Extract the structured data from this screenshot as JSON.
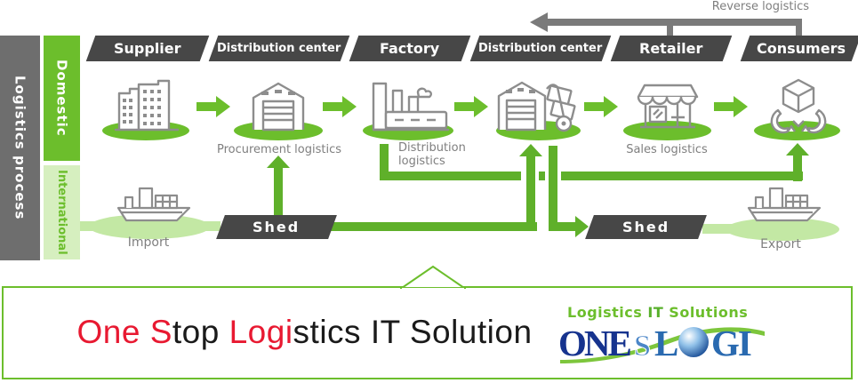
{
  "sidebar": {
    "logistics_process": "Logistics process",
    "domestic": "Domestic",
    "international": "International"
  },
  "banners": [
    "Supplier",
    "Distribution center",
    "Factory",
    "Distribution center",
    "Retailer",
    "Consumers"
  ],
  "reverse_logistics_label": "Reverse logistics",
  "labels": {
    "procurement": "Procurement logistics",
    "distribution_line1": "Distribution",
    "distribution_line2": "logistics",
    "sales": "Sales logistics",
    "import": "Import",
    "export": "Export",
    "shed_left": "Shed",
    "shed_right": "Shed"
  },
  "icons": {
    "supplier": "office-buildings-icon",
    "distribution_center": "warehouse-icon",
    "factory": "factory-icon",
    "distribution_center_2": "warehouse-handtruck-icon",
    "retailer": "storefront-icon",
    "consumers": "hands-holding-box-icon",
    "import": "cargo-ship-icon",
    "export": "cargo-ship-icon"
  },
  "solution_title": {
    "seg_red_1": "One ",
    "seg_red_2": "S",
    "seg_black_1": "top ",
    "seg_red_3": "Logi",
    "seg_black_2": "stics ",
    "seg_black_3": "IT Solution"
  },
  "logo": {
    "tagline_logistics": "Logistics ",
    "tagline_it": "IT ",
    "tagline_solutions": "Solutions",
    "wordmark_one": "ONE",
    "wordmark_s": "S",
    "wordmark_l": "L",
    "wordmark_gi": "GI"
  },
  "colors": {
    "green": "#6cbe2c",
    "connector_green": "#5fb02a",
    "light_green_band": "#c3e8a4",
    "pale_green_bar": "#d6efbf",
    "banner_gray": "#474747",
    "side_bar_gray": "#6e6e6e",
    "reverse_arrow_gray": "#7a7a7a",
    "label_gray": "#7f7f7f",
    "icon_gray": "#8d8d8d",
    "accent_red": "#e81931",
    "logo_navy": "#16338e",
    "logo_blue": "#2a6ab0"
  }
}
